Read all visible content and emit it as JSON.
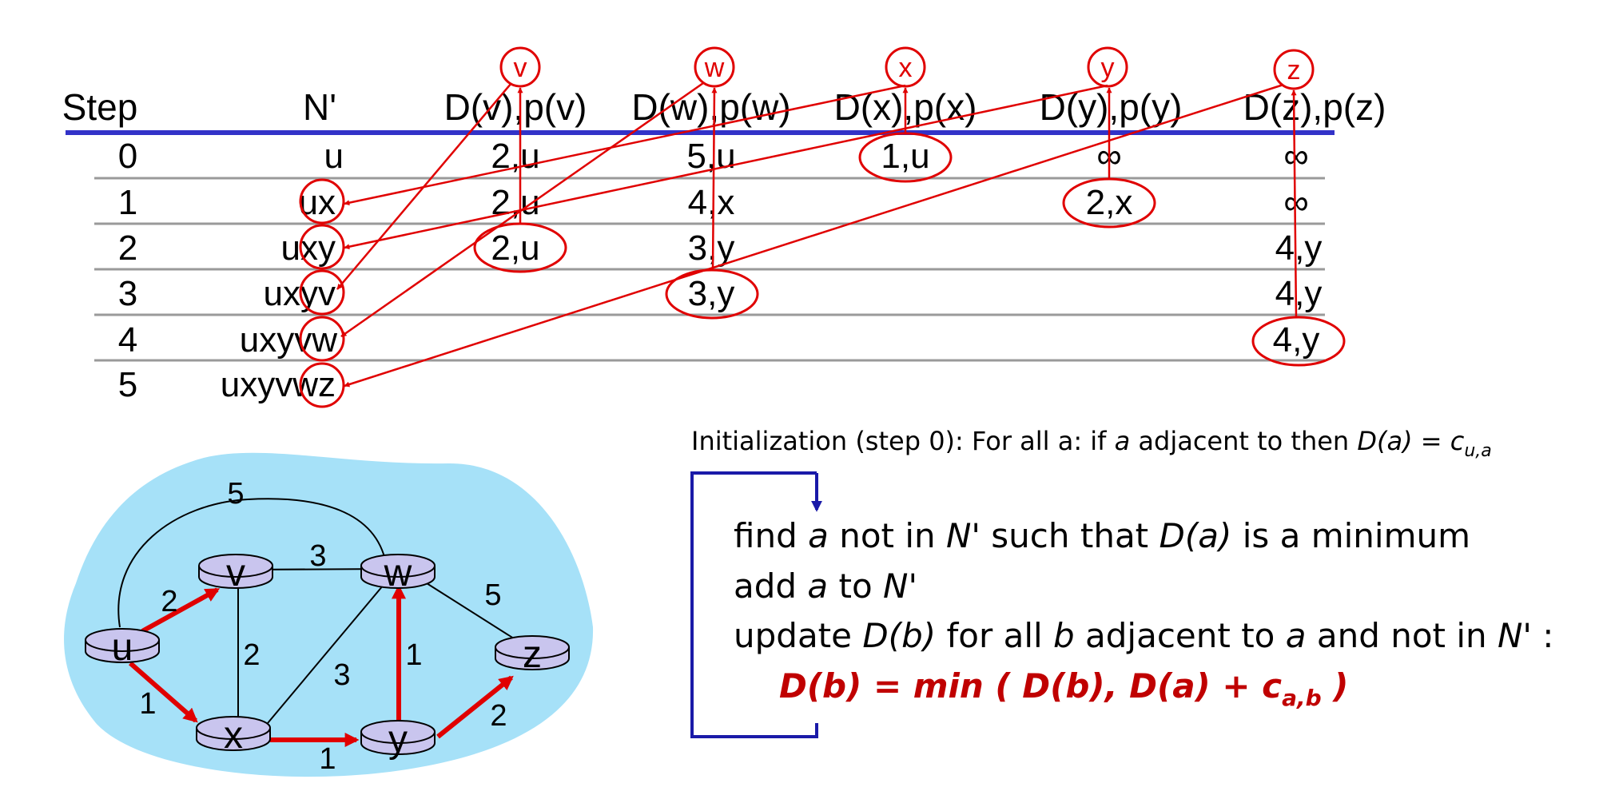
{
  "table": {
    "headers": [
      "Step",
      "N'",
      "D(v),p(v)",
      "D(w),p(w)",
      "D(x),p(x)",
      "D(y),p(y)",
      "D(z),p(z)"
    ],
    "rows": [
      {
        "step": "0",
        "nprime": "u",
        "cells": [
          "2,u",
          "5,u",
          "1,u",
          "∞",
          "∞"
        ]
      },
      {
        "step": "1",
        "nprime": "ux",
        "cells": [
          "2,u",
          "4,x",
          "",
          "2,x",
          "∞"
        ]
      },
      {
        "step": "2",
        "nprime": "uxy",
        "cells": [
          "2,u",
          "3,y",
          "",
          "",
          "4,y"
        ]
      },
      {
        "step": "3",
        "nprime": "uxyv",
        "cells": [
          "",
          "3,y",
          "",
          "",
          "4,y"
        ]
      },
      {
        "step": "4",
        "nprime": "uxyvw",
        "cells": [
          "",
          "",
          "",
          "",
          "4,y"
        ]
      },
      {
        "step": "5",
        "nprime": "uxyvwz",
        "cells": [
          "",
          "",
          "",
          "",
          ""
        ]
      }
    ]
  },
  "column_nodes": [
    "v",
    "w",
    "x",
    "y",
    "z"
  ],
  "colors": {
    "red": "#e00000",
    "dark_red": "#c00000",
    "rule_blue": "#3232c8",
    "loop_blue": "#1a1aa8",
    "cloud": "#a6e1f8",
    "router": "#c9c5ee"
  },
  "network": {
    "nodes": [
      "u",
      "v",
      "w",
      "x",
      "y",
      "z"
    ],
    "edges": [
      {
        "from": "u",
        "to": "v",
        "weight": "2",
        "tree": true
      },
      {
        "from": "u",
        "to": "x",
        "weight": "1",
        "tree": true
      },
      {
        "from": "u",
        "to": "w",
        "weight": "5",
        "tree": false
      },
      {
        "from": "v",
        "to": "w",
        "weight": "3",
        "tree": false
      },
      {
        "from": "v",
        "to": "x",
        "weight": "2",
        "tree": false
      },
      {
        "from": "x",
        "to": "w",
        "weight": "3",
        "tree": false
      },
      {
        "from": "x",
        "to": "y",
        "weight": "1",
        "tree": true
      },
      {
        "from": "y",
        "to": "w",
        "weight": "1",
        "tree": true
      },
      {
        "from": "w",
        "to": "z",
        "weight": "5",
        "tree": false
      },
      {
        "from": "y",
        "to": "z",
        "weight": "2",
        "tree": true
      }
    ]
  },
  "init": {
    "part1": "Initialization (step 0): For all a: if ",
    "var_a": "a",
    "part2": " adjacent to then ",
    "expr": "D(a) = c",
    "sub": "u,a"
  },
  "algorithm": {
    "line1": {
      "p1": "find ",
      "a": "a",
      "p2": " not in ",
      "n": "N'",
      "p3": " such that ",
      "da": "D(a)",
      "p4": " is a minimum"
    },
    "line2": {
      "p1": "add ",
      "a": "a",
      "p2": " to ",
      "n": "N'"
    },
    "line3": {
      "p1": "update ",
      "db": "D(b)",
      "p2": " for all ",
      "b": "b",
      "p3": " adjacent to ",
      "a": "a",
      "p4": " and not in ",
      "n": "N'",
      "p5": " :"
    },
    "formula": {
      "main": "D(b) = min ( D(b), D(a) + c",
      "sub": "a,b",
      "end": " )"
    }
  }
}
